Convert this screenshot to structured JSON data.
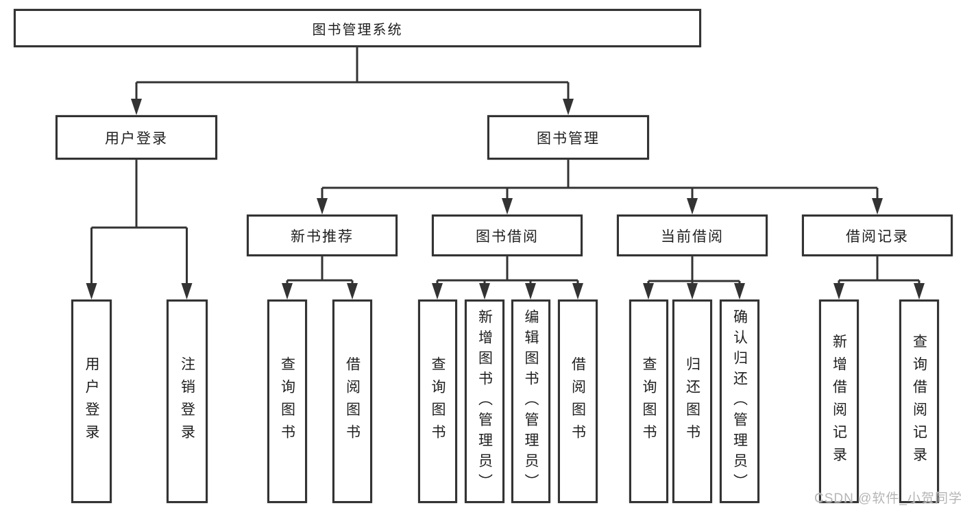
{
  "diagram": {
    "root": "图书管理系统",
    "level2": [
      "用户登录",
      "图书管理"
    ],
    "level3": [
      "新书推荐",
      "图书借阅",
      "当前借阅",
      "借阅记录"
    ],
    "leaves": [
      "用户登录",
      "注销登录",
      "查询图书",
      "借阅图书",
      "查询图书",
      "新增图书（管理员）",
      "编辑图书（管理员）",
      "借阅图书",
      "查询图书",
      "归还图书",
      "确认归还（管理员）",
      "新增借阅记录",
      "查询借阅记录"
    ]
  },
  "watermark": "CSDN @软件_小贺同学",
  "colors": {
    "line": "#333333",
    "box_border": "#333333",
    "text": "#1f1f1f",
    "watermark": "#b5b5b5",
    "background": "#ffffff"
  }
}
